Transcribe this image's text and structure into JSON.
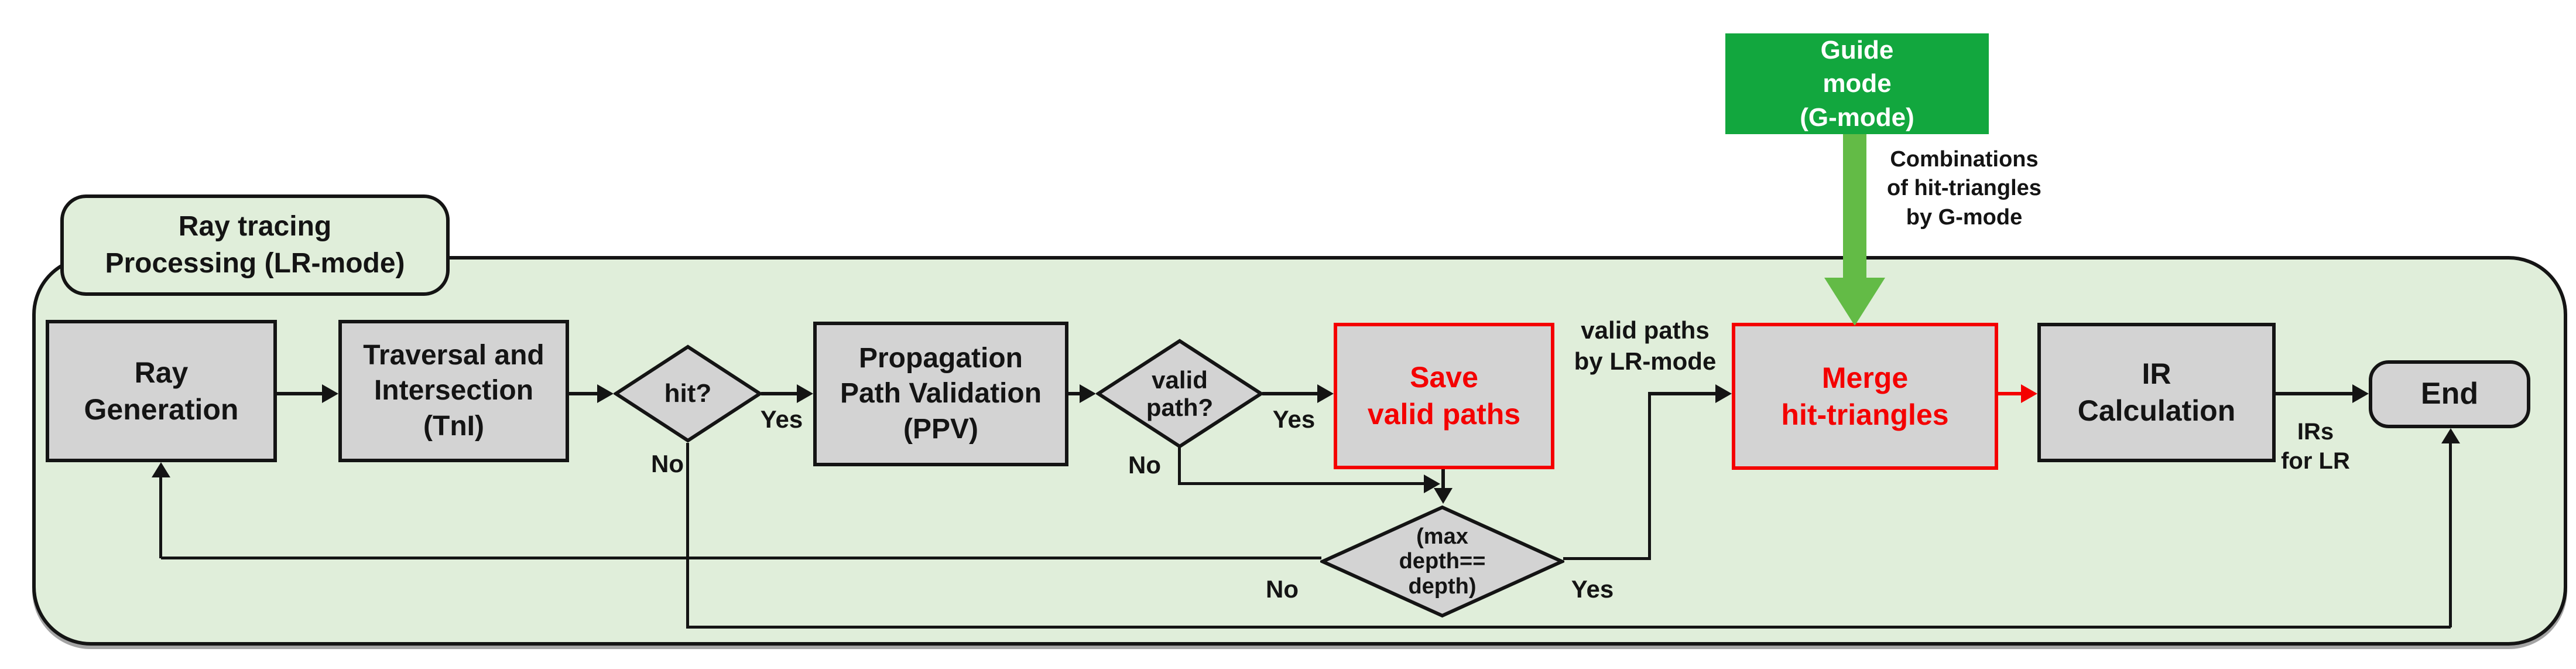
{
  "colors": {
    "container_fill": "#e0eeda",
    "node_fill": "#d3d3d3",
    "line_color": "#141414",
    "red": "#f40000",
    "green_box": "#12a73e",
    "green_arrow": "#63bb46",
    "text_dark": "#141414"
  },
  "guide": {
    "box_lines": [
      "Guide",
      "mode",
      "(G-mode)"
    ],
    "annotation_lines": [
      "Combinations",
      "of hit-triangles",
      "by G-mode"
    ]
  },
  "container_label_lines": [
    "Ray tracing",
    "Processing (LR-mode)"
  ],
  "nodes": {
    "ray_generation": {
      "lines": [
        "Ray",
        "Generation"
      ]
    },
    "tni": {
      "lines": [
        "Traversal and",
        "Intersection",
        "(TnI)"
      ]
    },
    "hit": {
      "lines": [
        "hit?"
      ]
    },
    "ppv": {
      "lines": [
        "Propagation",
        "Path Validation",
        "(PPV)"
      ]
    },
    "valid_path": {
      "lines": [
        "valid",
        "path?"
      ]
    },
    "save_valid_paths": {
      "lines": [
        "Save",
        "valid paths"
      ]
    },
    "merge_hit_triangles": {
      "lines": [
        "Merge",
        "hit-triangles"
      ]
    },
    "ir_calculation": {
      "lines": [
        "IR",
        "Calculation"
      ]
    },
    "end": {
      "lines": [
        "End"
      ]
    },
    "max_depth": {
      "lines": [
        "(max",
        "depth==",
        "depth)"
      ]
    }
  },
  "edge_labels": {
    "hit_yes": "Yes",
    "hit_no": "No",
    "valid_yes": "Yes",
    "valid_no": "No",
    "depth_yes": "Yes",
    "depth_no": "No",
    "valid_paths_lr": [
      "valid paths",
      "by LR-mode"
    ],
    "irs_for_lr": [
      "IRs",
      "for LR"
    ]
  }
}
